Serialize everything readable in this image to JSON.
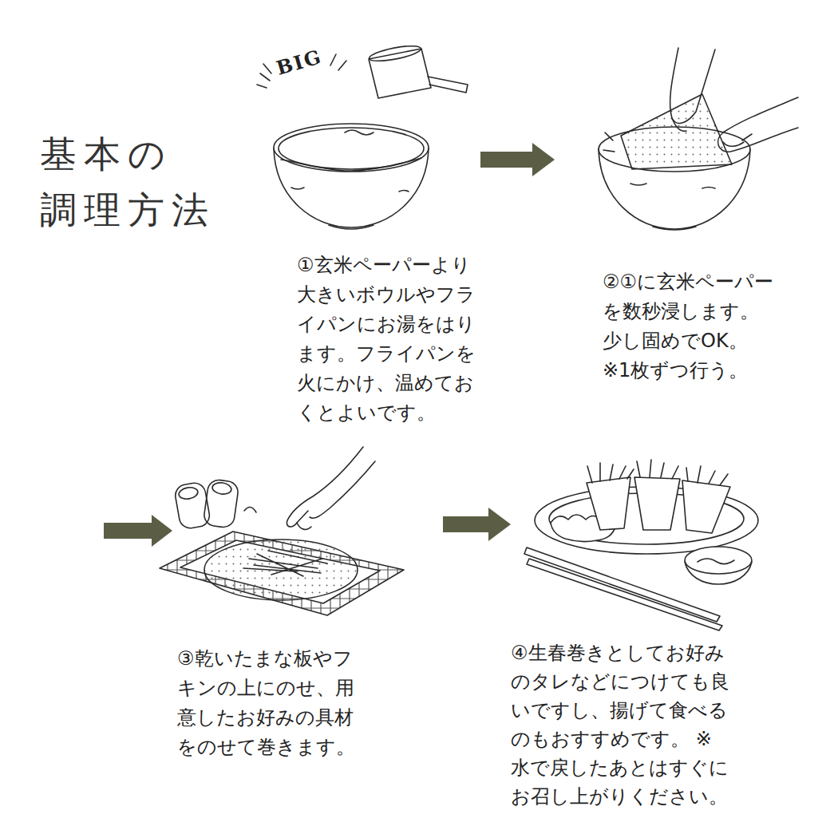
{
  "diagram": {
    "title": "基本の 調理方法",
    "nodes": [
      {
        "text": [
          "①玄米ペーパーより 大きいボウルやフラ イパンにお湯をはり ます。フライパンを 火にかけ、温めてお くとよいです。"
        ]
      },
      {
        "text": [
          "②①に玄米ペーパー を数秒浸します。 少し固めでOK。 ※1枚ずつ行う。"
        ]
      },
      {
        "text": [
          "③乾いたまな板やフ キンの上にのせ、用 意したお好みの具材 をのせて巻きます。"
        ]
      },
      {
        "text": [
          "④生春巻きとしてお好み のタレなどにつけても良 いですし、揚げて食べる のもおすすめです。 ※水で戻したあとはすぐに お召し上がりください。"
        ]
      }
    ],
    "edges": [
      {
        "from": 0,
        "to": 1,
        "arrow": "to"
      },
      {
        "from": 2,
        "to": 3,
        "arrow": "to"
      }
    ],
    "labels": [
      "BIG"
    ]
  }
}
